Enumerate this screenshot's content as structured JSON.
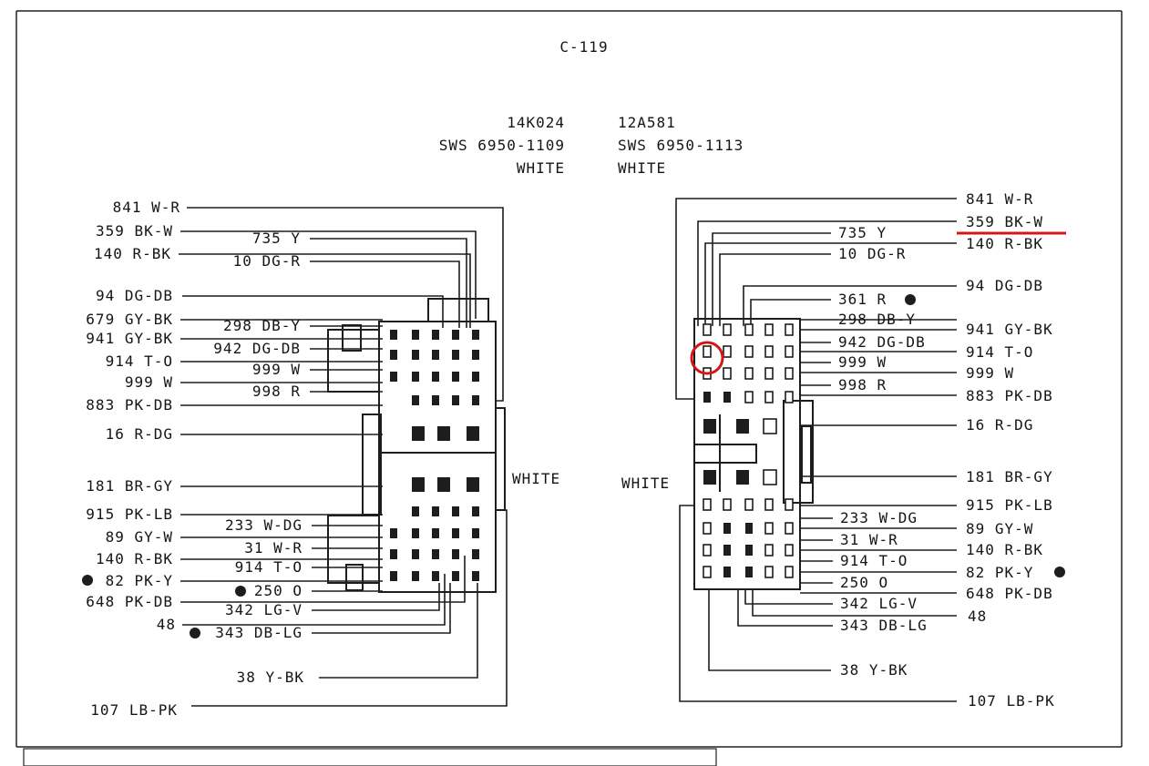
{
  "title": "C-119",
  "left_connector": {
    "part": "14K024",
    "sws": "SWS 6950-1109",
    "color": "WHITE",
    "side_label": "WHITE"
  },
  "right_connector": {
    "part": "12A581",
    "sws": "SWS 6950-1113",
    "color": "WHITE",
    "side_label": "WHITE"
  },
  "left_outer_labels": [
    "841 W-R",
    "359 BK-W",
    "140 R-BK",
    "94 DG-DB",
    "679 GY-BK",
    "941 GY-BK",
    "914 T-O",
    "999 W",
    "883 PK-DB",
    "16 R-DG",
    "181 BR-GY",
    "915 PK-LB",
    "89 GY-W",
    "140 R-BK",
    "82 PK-Y",
    "648 PK-DB",
    "48",
    "107 LB-PK"
  ],
  "left_inner_labels": [
    "735 Y",
    "10 DG-R",
    "298 DB-Y",
    "942 DG-DB",
    "999 W",
    "998 R",
    "233 W-DG",
    "31 W-R",
    "914 T-O",
    "250 O",
    "342 LG-V",
    "343 DB-LG",
    "38 Y-BK"
  ],
  "right_inner_labels": [
    "735 Y",
    "10 DG-R",
    "361 R",
    "298 DB-Y",
    "942 DG-DB",
    "999 W",
    "998 R",
    "233 W-DG",
    "31 W-R",
    "914 T-O",
    "250 O",
    "342 LG-V",
    "343 DB-LG",
    "38 Y-BK"
  ],
  "right_outer_labels": [
    "841 W-R",
    "359 BK-W",
    "140 R-BK",
    "94 DG-DB",
    "941 GY-BK",
    "914 T-O",
    "999 W",
    "883 PK-DB",
    "16 R-DG",
    "181 BR-GY",
    "915 PK-LB",
    "89 GY-W",
    "140 R-BK",
    "82 PK-Y",
    "648 PK-DB",
    "48",
    "107 LB-PK"
  ],
  "markers": {
    "dot": "#1d1d1d",
    "highlight": "#d01818"
  }
}
